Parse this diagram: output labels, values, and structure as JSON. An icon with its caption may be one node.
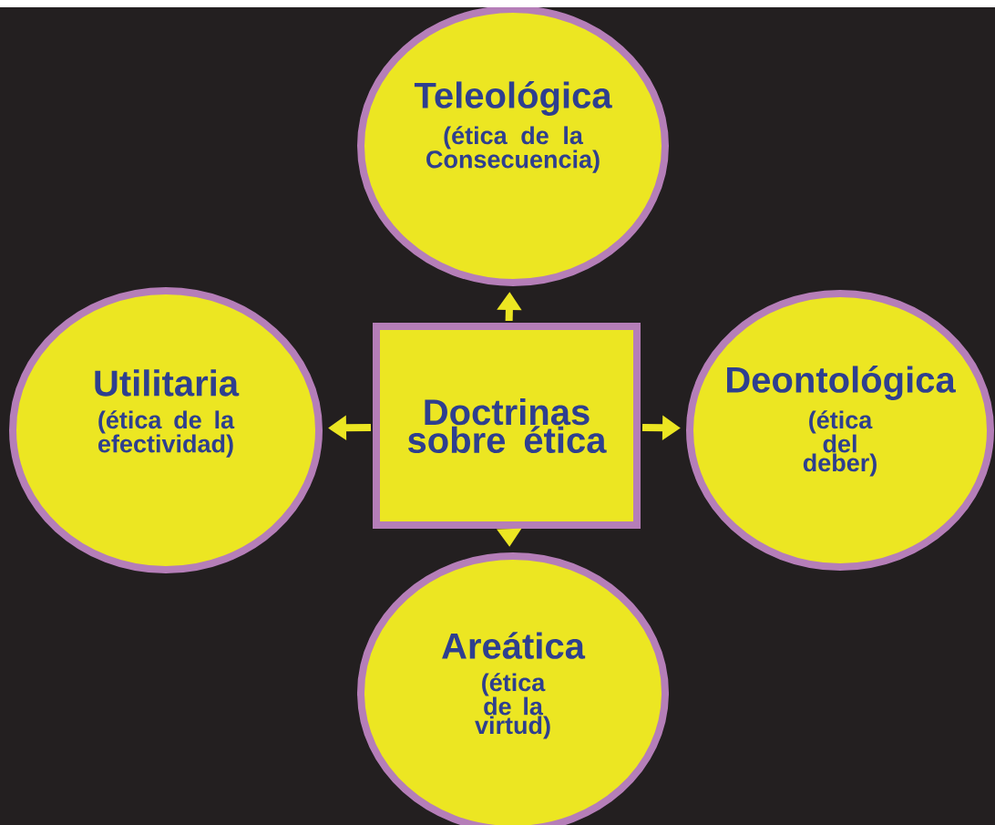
{
  "diagram": {
    "nodes": [
      {
        "text": [
          "Teleológica",
          "(ética de la Consecuencia)"
        ]
      },
      {
        "text": [
          "Utilitaria",
          "(ética de la efectividad)"
        ]
      },
      {
        "text": [
          "Doctrinas sobre ética"
        ]
      },
      {
        "text": [
          "Deontológica",
          "(ética del deber)"
        ]
      },
      {
        "text": [
          "Areática",
          "(ética de la virtud)"
        ]
      }
    ],
    "edges": [
      {
        "from": 2,
        "to": 0,
        "arrow": "to"
      },
      {
        "from": 2,
        "to": 1,
        "arrow": "to"
      },
      {
        "from": 2,
        "to": 3,
        "arrow": "to"
      },
      {
        "from": 2,
        "to": 4,
        "arrow": "to"
      }
    ]
  }
}
